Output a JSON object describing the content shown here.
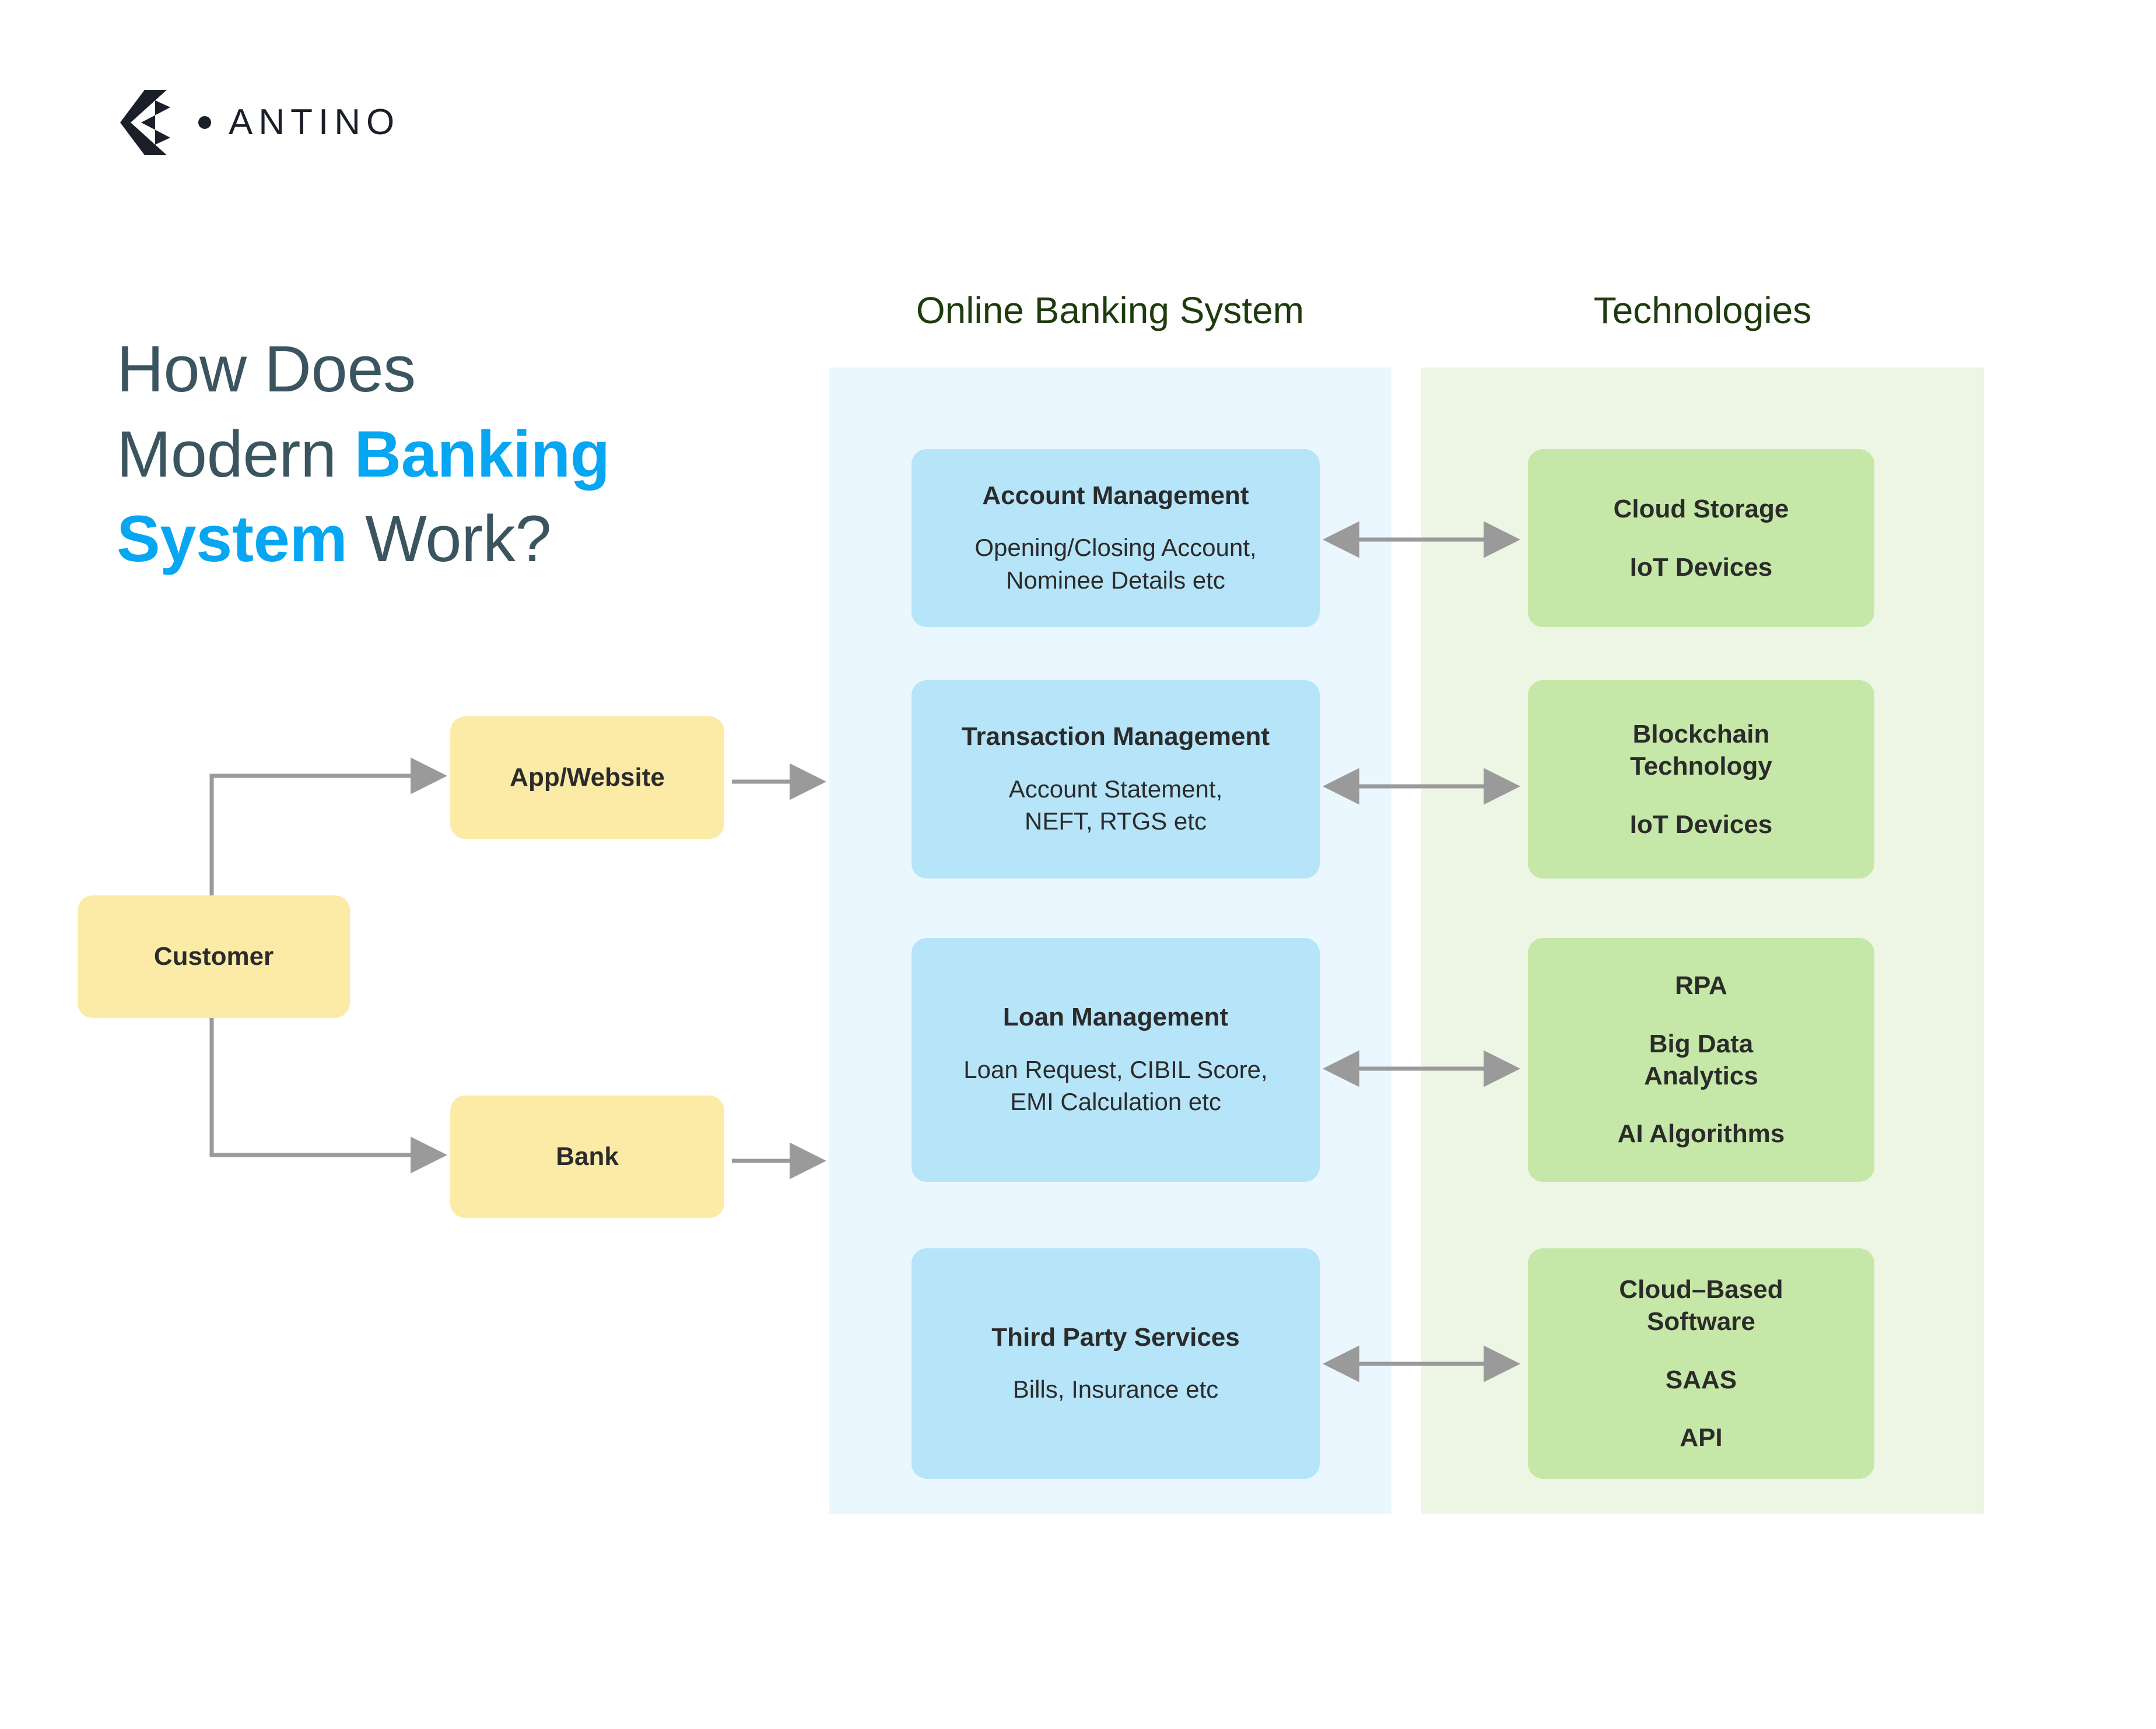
{
  "brand": {
    "logo_icon": "antino-chevron-logo",
    "wordmark": "ANTINO"
  },
  "headline": {
    "line1": "How Does",
    "line2_plain": "Modern ",
    "line2_accent": "Banking",
    "line3_accent": "System",
    "line3_plain": " Work?",
    "accent_color": "#06A6F2",
    "base_color": "#3B5560"
  },
  "columns": {
    "banking": {
      "title": "Online Banking System",
      "panel_color": "#EAF7FE",
      "card_color": "#B6E4F8"
    },
    "technologies": {
      "title": "Technologies",
      "panel_color": "#EDF6E5",
      "card_color": "#C5E7A7"
    },
    "title_color": "#1E3B0D"
  },
  "flow": {
    "customer_label": "Customer",
    "app_website_label": "App/Website",
    "bank_label": "Bank",
    "box_color": "#FCEBA6",
    "connector_color": "#9A9A9A"
  },
  "rows": [
    {
      "service_title": "Account Management",
      "service_desc": "Opening/Closing Account,\nNominee Details etc",
      "tech_lines": [
        "Cloud Storage",
        "IoT Devices"
      ]
    },
    {
      "service_title": "Transaction Management",
      "service_desc": "Account Statement,\nNEFT, RTGS etc",
      "tech_lines": [
        "Blockchain\nTechnology",
        "IoT Devices"
      ]
    },
    {
      "service_title": "Loan Management",
      "service_desc": "Loan Request, CIBIL Score,\nEMI Calculation etc",
      "tech_lines": [
        "RPA",
        "Big Data\nAnalytics",
        "AI Algorithms"
      ]
    },
    {
      "service_title": "Third Party Services",
      "service_desc": "Bills, Insurance etc",
      "tech_lines": [
        "Cloud–Based\nSoftware",
        "SAAS",
        "API"
      ]
    }
  ]
}
